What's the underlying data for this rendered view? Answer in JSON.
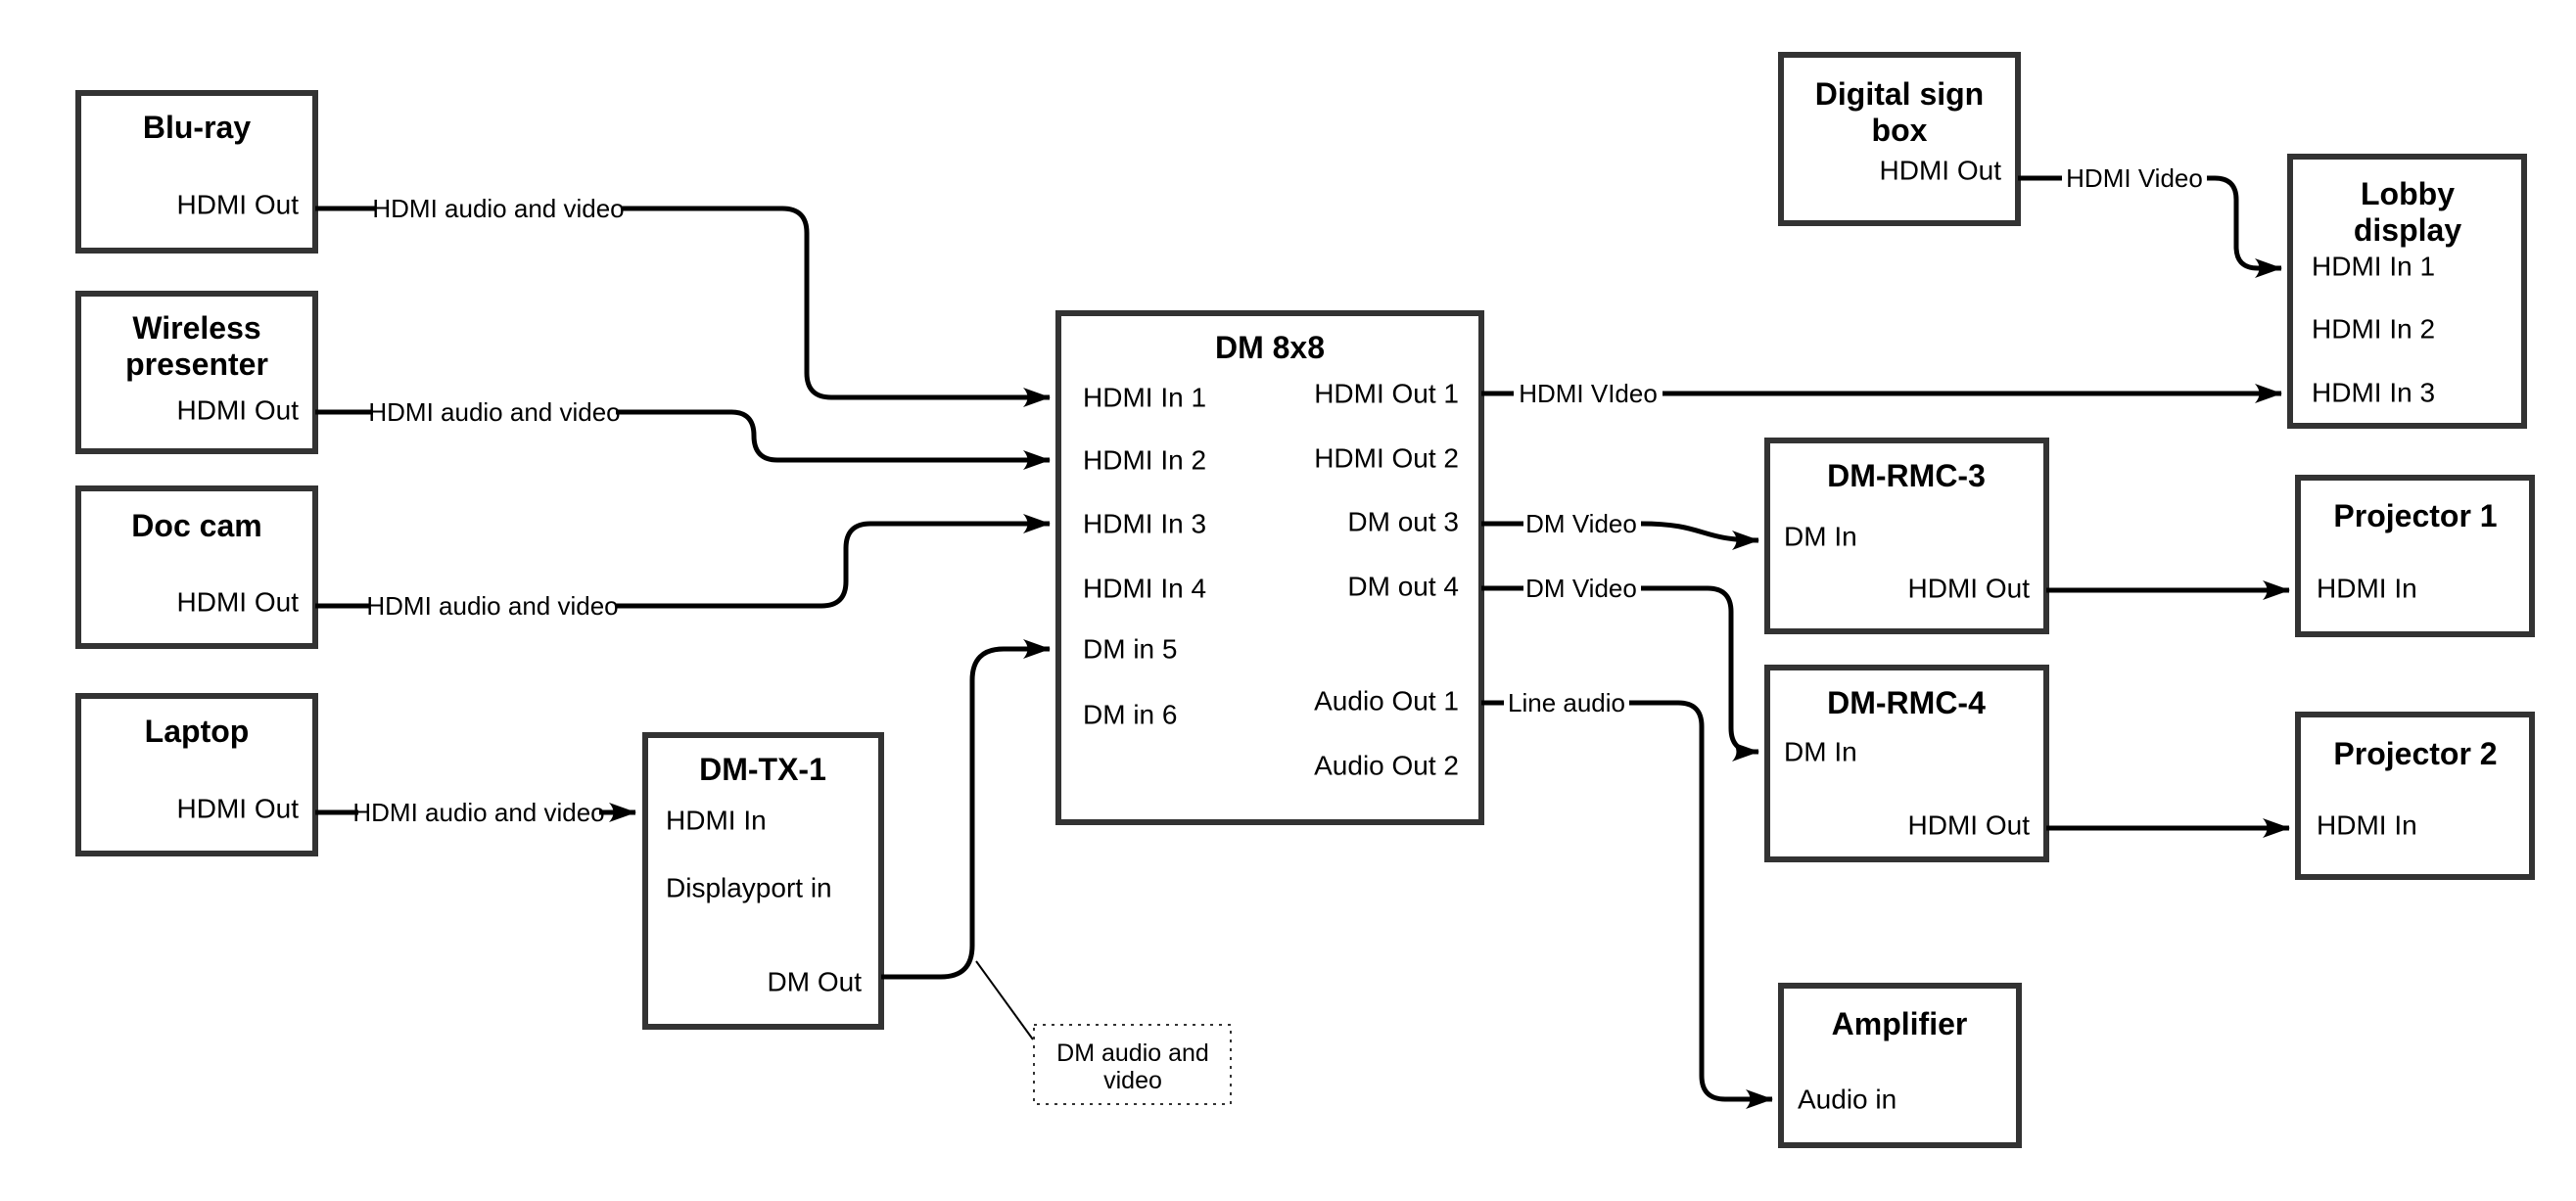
{
  "diagram": {
    "colors": {
      "line": "#000000",
      "box_border": "#333333",
      "background": "#ffffff"
    },
    "bluray": {
      "title": "Blu-ray",
      "port": "HDMI Out",
      "wire": "HDMI audio and video"
    },
    "wireless": {
      "title1": "Wireless",
      "title2": "presenter",
      "port": "HDMI Out",
      "wire": "HDMI audio and video"
    },
    "doccam": {
      "title": "Doc cam",
      "port": "HDMI Out",
      "wire": "HDMI audio and video"
    },
    "laptop": {
      "title": "Laptop",
      "port": "HDMI Out",
      "wire": "HDMI audio and video"
    },
    "dmtx1": {
      "title": "DM-TX-1",
      "port_hdmi_in": "HDMI In",
      "port_displayport": "Displayport in",
      "port_dm_out": "DM Out"
    },
    "dm8x8": {
      "title": "DM 8x8",
      "in1": "HDMI In 1",
      "in2": "HDMI In 2",
      "in3": "HDMI In 3",
      "in4": "HDMI In 4",
      "in5": "DM in 5",
      "in6": "DM in 6",
      "out1": "HDMI Out 1",
      "out2": "HDMI Out 2",
      "out3": "DM out 3",
      "out4": "DM out 4",
      "audio1": "Audio Out 1",
      "audio2": "Audio Out 2",
      "wire_out1": "HDMI VIdeo",
      "wire_out3": "DM Video",
      "wire_out4": "DM Video",
      "wire_audio1": "Line audio"
    },
    "digitalsign": {
      "title1": "Digital sign",
      "title2": "box",
      "port": "HDMI Out",
      "wire": "HDMI Video"
    },
    "lobby": {
      "title1": "Lobby",
      "title2": "display",
      "in1": "HDMI In 1",
      "in2": "HDMI In 2",
      "in3": "HDMI In 3"
    },
    "dmrmc3": {
      "title": "DM-RMC-3",
      "port_dm_in": "DM In",
      "port_hdmi_out": "HDMI Out"
    },
    "proj1": {
      "title": "Projector 1",
      "port": "HDMI In"
    },
    "dmrmc4": {
      "title": "DM-RMC-4",
      "port_dm_in": "DM In",
      "port_hdmi_out": "HDMI Out"
    },
    "proj2": {
      "title": "Projector 2",
      "port": "HDMI In"
    },
    "amplifier": {
      "title": "Amplifier",
      "port": "Audio in"
    },
    "callout": {
      "line1": "DM audio and",
      "line2": "video"
    }
  }
}
